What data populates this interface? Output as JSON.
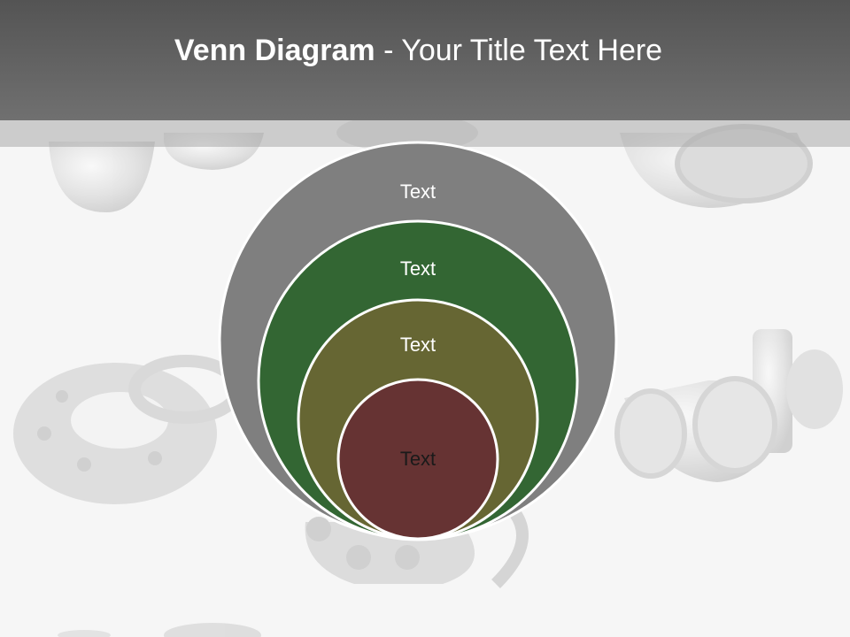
{
  "slide": {
    "title_bold": "Venn Diagram",
    "title_rest": " - Your Title Text Here"
  },
  "venn": {
    "circles": [
      {
        "label": "Text",
        "color": "#7f7f7f"
      },
      {
        "label": "Text",
        "color": "#336633"
      },
      {
        "label": "Text",
        "color": "#666633"
      },
      {
        "label": "Text",
        "color": "#663333"
      }
    ]
  }
}
